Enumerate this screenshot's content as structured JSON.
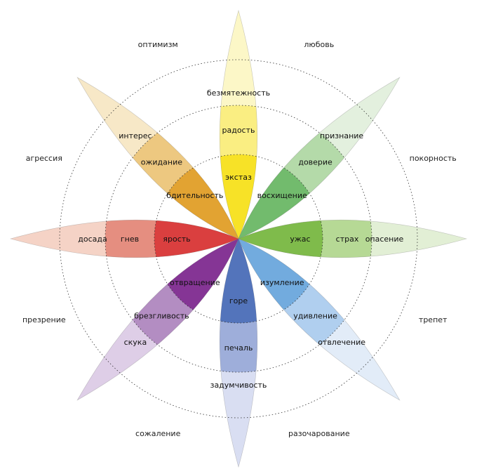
{
  "petals": [
    {
      "id": "joy",
      "base": "#f6e11f",
      "tiers": [
        {
          "text": "экстаз",
          "color": "#f6e11f"
        },
        {
          "text": "радость",
          "color": "#f8ec6e"
        },
        {
          "text": "безмятежность",
          "color": "#fbf3a9"
        }
      ]
    },
    {
      "id": "trust",
      "base": "#6db868",
      "tiers": [
        {
          "text": "восхищение",
          "color": "#6db868"
        },
        {
          "text": "доверие",
          "color": "#a6d49a"
        },
        {
          "text": "признание",
          "color": "#d4e8cd"
        }
      ]
    },
    {
      "id": "fear",
      "base": "#7bb944",
      "tiers": [
        {
          "text": "ужас",
          "color": "#7bb944"
        },
        {
          "text": "страх",
          "color": "#a9d283"
        },
        {
          "text": "опасение",
          "color": "#d2e7bf"
        }
      ]
    },
    {
      "id": "surprise",
      "base": "#6da8dc",
      "tiers": [
        {
          "text": "изумление",
          "color": "#6da8dc"
        },
        {
          "text": "удивление",
          "color": "#a2c6ec"
        },
        {
          "text": "отвлечение",
          "color": "#d2e2f5"
        }
      ]
    },
    {
      "id": "sadness",
      "base": "#4d6fb8",
      "tiers": [
        {
          "text": "горе",
          "color": "#4d6fb8"
        },
        {
          "text": "печаль",
          "color": "#8da0d3"
        },
        {
          "text": "задумчивость",
          "color": "#c4cdeb"
        }
      ]
    },
    {
      "id": "disgust",
      "base": "#812e91",
      "tiers": [
        {
          "text": "отвращение",
          "color": "#812e91"
        },
        {
          "text": "брезгливость",
          "color": "#a77bb7"
        },
        {
          "text": "скука",
          "color": "#cdb4da"
        }
      ]
    },
    {
      "id": "anger",
      "base": "#d9383a",
      "tiers": [
        {
          "text": "ярость",
          "color": "#d9383a"
        },
        {
          "text": "гнев",
          "color": "#e07b6b"
        },
        {
          "text": "досада",
          "color": "#efbca7"
        }
      ]
    },
    {
      "id": "anticipation",
      "base": "#e19f2b",
      "tiers": [
        {
          "text": "бдительность",
          "color": "#e19f2b"
        },
        {
          "text": "ожидание",
          "color": "#eabf6c"
        },
        {
          "text": "интерес",
          "color": "#f2dba9"
        }
      ]
    }
  ],
  "dyads": [
    "любовь",
    "покорность",
    "трепет",
    "разочарование",
    "сожаление",
    "презрение",
    "агрессия",
    "оптимизм"
  ]
}
